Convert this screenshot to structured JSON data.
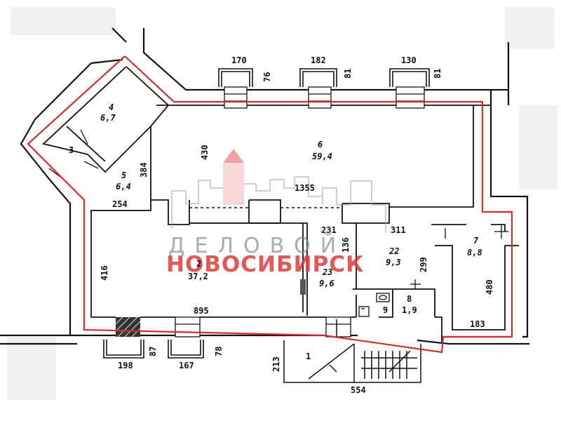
{
  "plan": {
    "rooms": [
      {
        "number": "1"
      },
      {
        "number": "2",
        "area": "37,2"
      },
      {
        "number": "3"
      },
      {
        "number": "4",
        "area": "6,7"
      },
      {
        "number": "5",
        "area": "6,4"
      },
      {
        "number": "6",
        "area": "59,4"
      },
      {
        "number": "7",
        "area": "8,8"
      },
      {
        "number": "8",
        "area": "1,9"
      },
      {
        "number": "9"
      },
      {
        "number": "22",
        "area": "9,3"
      },
      {
        "number": "23",
        "area": "9,6"
      }
    ],
    "dimensions": [
      "170",
      "76",
      "182",
      "81",
      "130",
      "81",
      "430",
      "384",
      "254",
      "1355",
      "231",
      "311",
      "136",
      "299",
      "480",
      "416",
      "895",
      "183",
      "198",
      "87",
      "167",
      "78",
      "213",
      "554"
    ]
  },
  "watermark": {
    "line1": "ДЕЛОВОЙ",
    "line2": "НОВОСИБИРСК"
  },
  "colors": {
    "outline": "#d62c2c",
    "walls": "#111111",
    "logo_red": "#e03a3a"
  }
}
